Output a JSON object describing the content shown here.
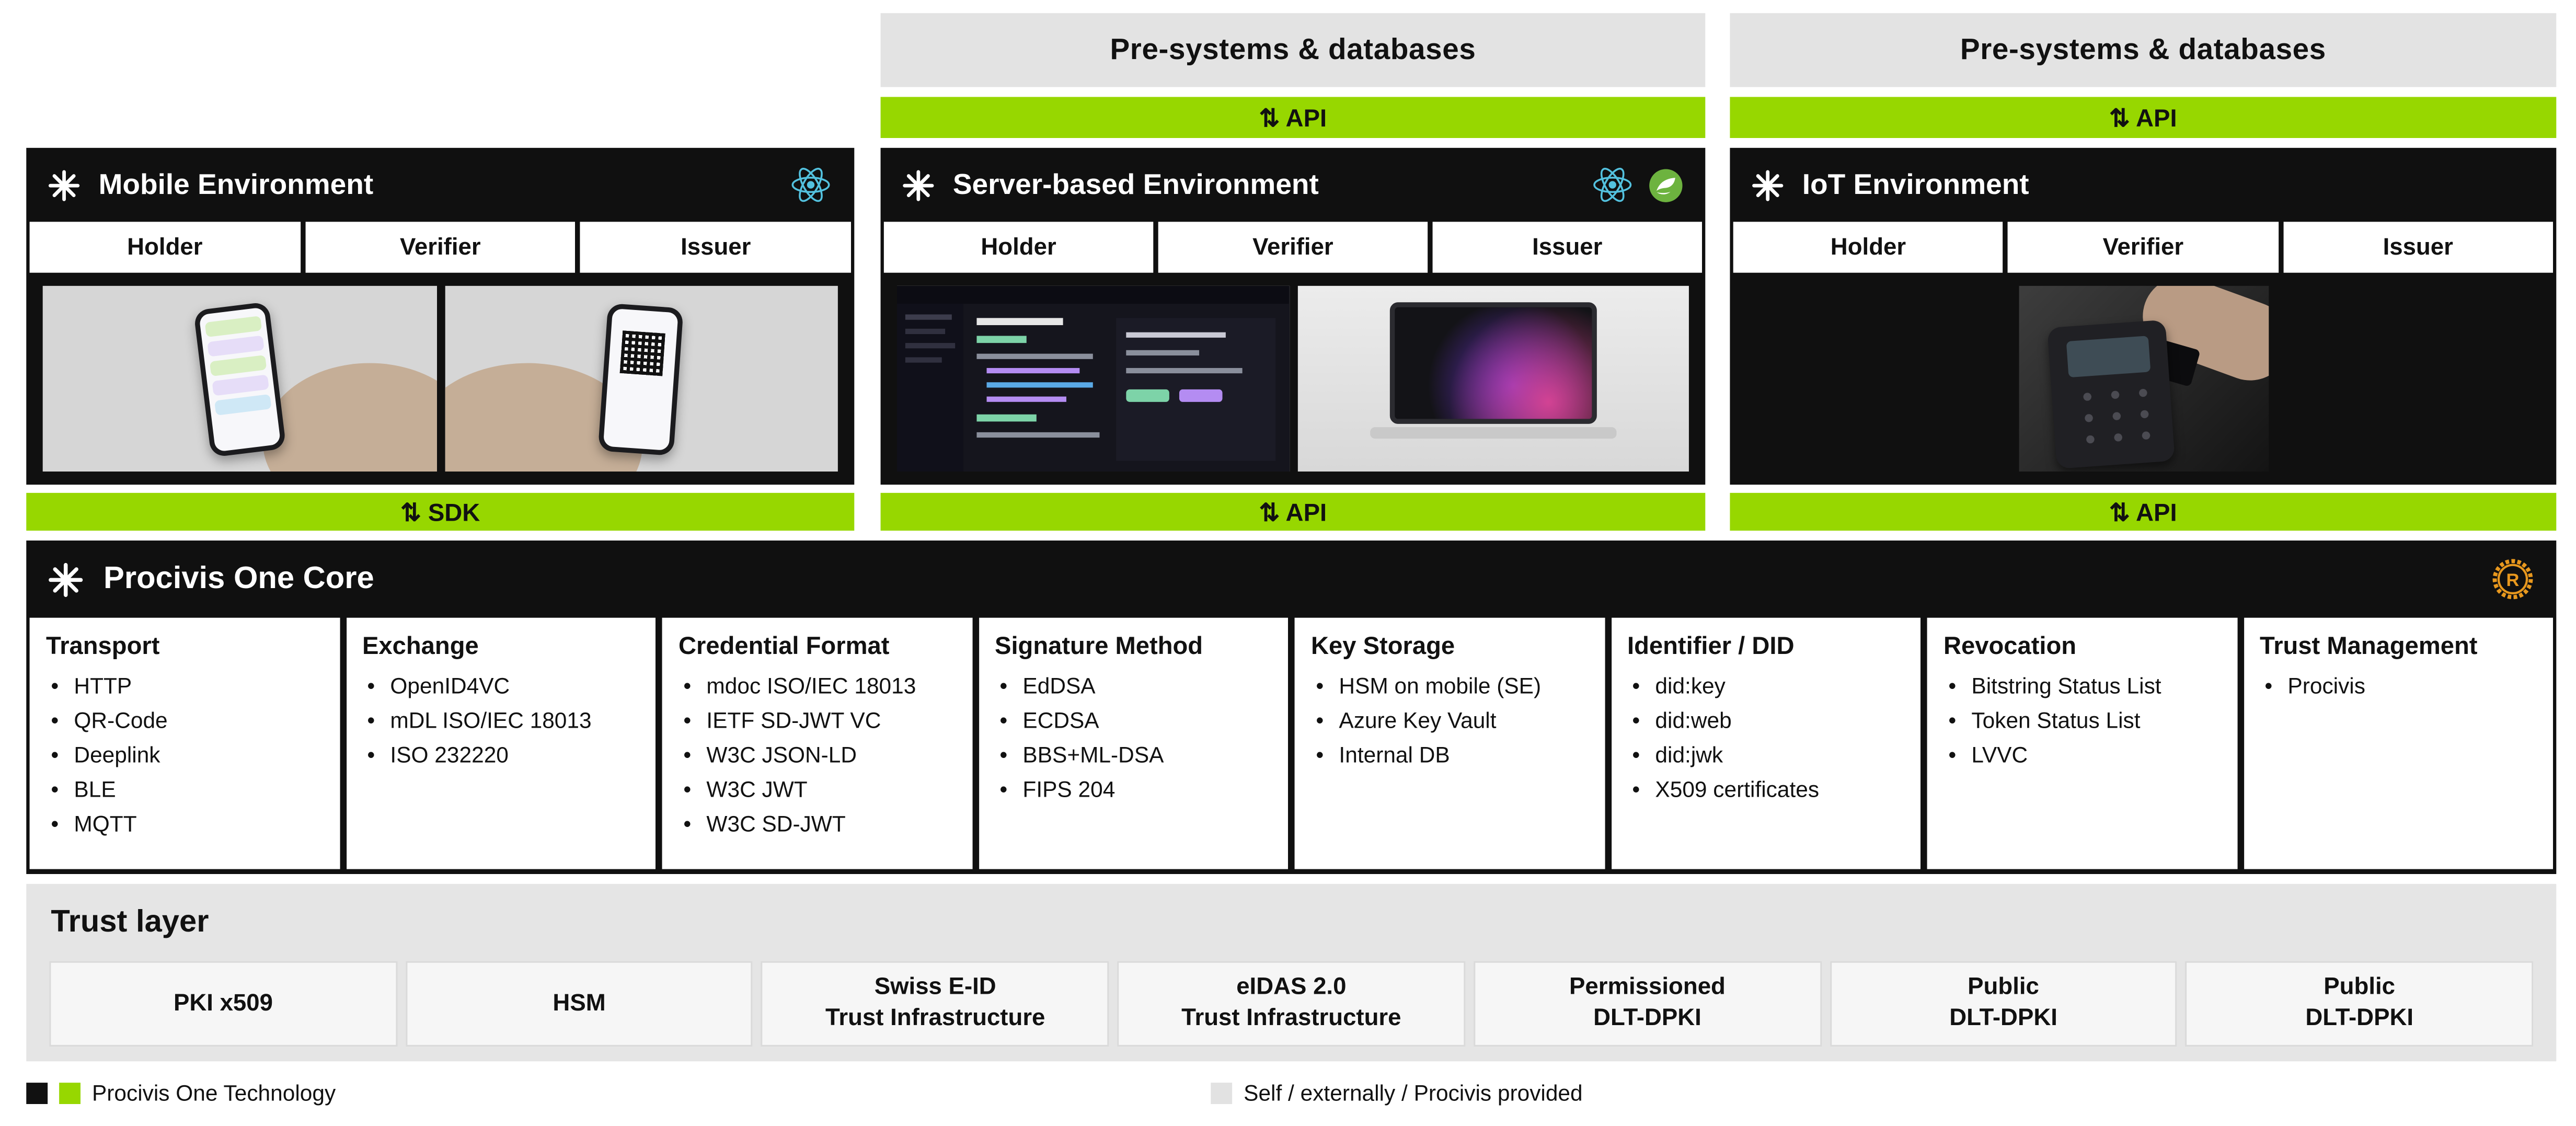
{
  "colors": {
    "accent_green": "#97D700",
    "panel_black": "#101010",
    "header_gray": "#E3E3E3",
    "trust_gray": "#E5E5E5",
    "react_blue": "#53C1DE",
    "spring_green": "#6DB33F",
    "rust_orange": "#E8981E"
  },
  "top": {
    "pre_systems_label": "Pre-systems & databases",
    "api_bar_label": "⇅ API"
  },
  "environments": [
    {
      "title": "Mobile Environment",
      "roles": [
        "Holder",
        "Verifier",
        "Issuer"
      ],
      "bottom_label": "⇅ SDK"
    },
    {
      "title": "Server-based Environment",
      "roles": [
        "Holder",
        "Verifier",
        "Issuer"
      ],
      "bottom_label": "⇅ API"
    },
    {
      "title": "IoT Environment",
      "roles": [
        "Holder",
        "Verifier",
        "Issuer"
      ],
      "bottom_label": "⇅ API"
    }
  ],
  "core": {
    "title": "Procivis One Core",
    "columns": [
      {
        "title": "Transport",
        "items": [
          "HTTP",
          "QR-Code",
          "Deeplink",
          "BLE",
          "MQTT"
        ]
      },
      {
        "title": "Exchange",
        "items": [
          "OpenID4VC",
          "mDL ISO/IEC 18013",
          "ISO 232220"
        ]
      },
      {
        "title": "Credential Format",
        "items": [
          "mdoc ISO/IEC 18013",
          "IETF SD-JWT VC",
          "W3C JSON-LD",
          "W3C JWT",
          "W3C SD-JWT"
        ]
      },
      {
        "title": "Signature Method",
        "items": [
          "EdDSA",
          "ECDSA",
          "BBS+ML-DSA",
          "FIPS 204"
        ]
      },
      {
        "title": "Key Storage",
        "items": [
          "HSM on mobile (SE)",
          "Azure Key Vault",
          "Internal DB"
        ]
      },
      {
        "title": "Identifier / DID",
        "items": [
          "did:key",
          "did:web",
          "did:jwk",
          "X509 certificates"
        ]
      },
      {
        "title": "Revocation",
        "items": [
          "Bitstring Status List",
          "Token Status List",
          "LVVC"
        ]
      },
      {
        "title": "Trust Management",
        "items": [
          "Procivis"
        ]
      }
    ]
  },
  "trust_layer": {
    "title": "Trust layer",
    "cards": [
      {
        "line1": "PKI x509",
        "line2": ""
      },
      {
        "line1": "HSM",
        "line2": ""
      },
      {
        "line1": "Swiss E-ID",
        "line2": "Trust Infrastructure"
      },
      {
        "line1": "eIDAS 2.0",
        "line2": "Trust Infrastructure"
      },
      {
        "line1": "Permissioned",
        "line2": "DLT-DPKI"
      },
      {
        "line1": "Public",
        "line2": "DLT-DPKI"
      },
      {
        "line1": "Public",
        "line2": "DLT-DPKI"
      }
    ]
  },
  "legend": {
    "procivis_label": "Procivis One Technology",
    "provided_label": "Self / externally / Procivis provided"
  },
  "icons": {
    "procivis_logo": "asterisk-star",
    "react": "react-atom",
    "spring": "spring-leaf",
    "rust": "rust-gear"
  }
}
